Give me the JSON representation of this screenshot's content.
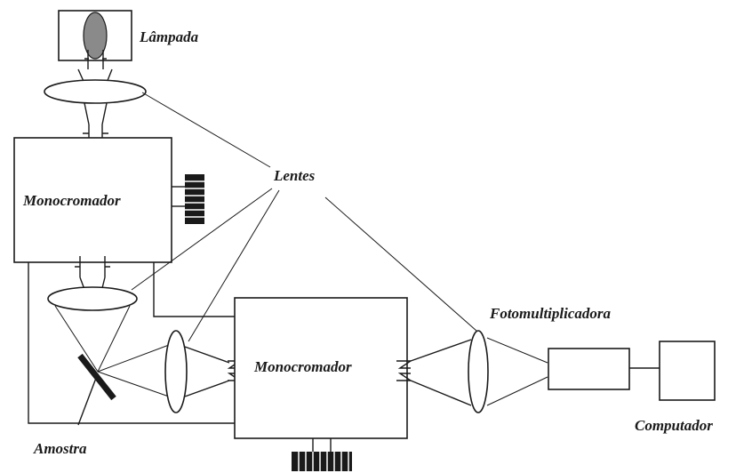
{
  "labels": {
    "lamp": "Lâmpada",
    "lenses": "Lentes",
    "monochromator_top": "Monocromador",
    "monochromator_bottom": "Monocromador",
    "photomultiplier": "Fotomultiplicadora",
    "sample": "Amostra",
    "computer": "Computador"
  },
  "colors": {
    "ink": "#1a1a1a",
    "lamp_bulb": "#8a8a8a",
    "background": "#ffffff"
  }
}
